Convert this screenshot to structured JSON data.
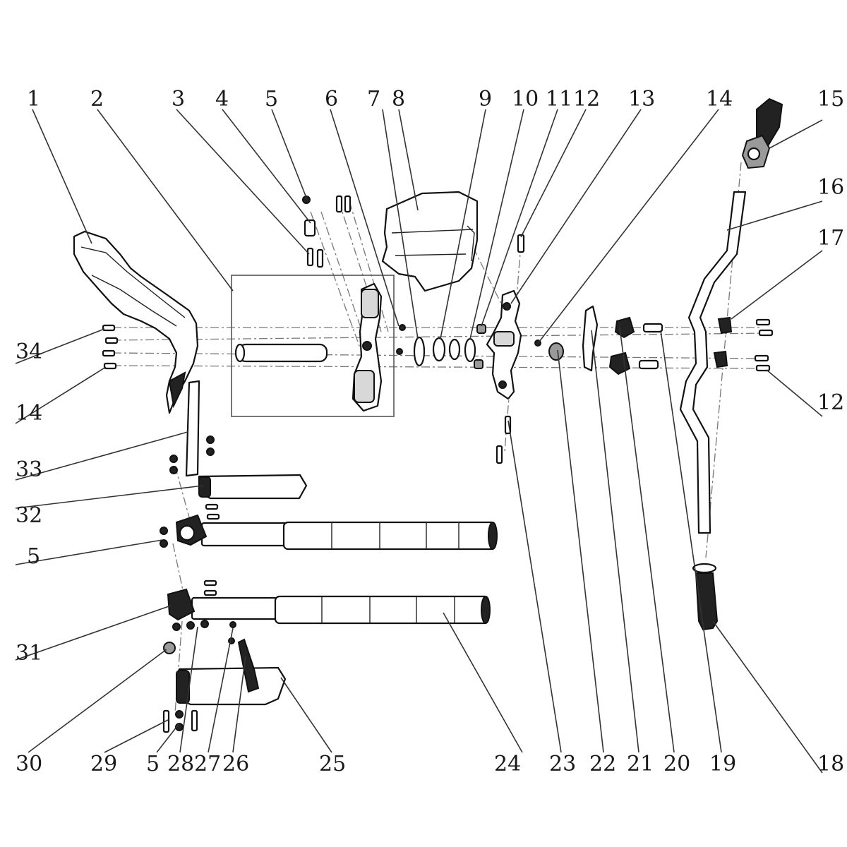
{
  "labels": {
    "top": [
      "1",
      "2",
      "3",
      "4",
      "5",
      "6",
      "7",
      "8",
      "9",
      "10",
      "11",
      "12",
      "13",
      "14",
      "15"
    ],
    "right": [
      "16",
      "17",
      "12",
      "18"
    ],
    "left": [
      "34",
      "14",
      "33",
      "32",
      "5",
      "31",
      "30"
    ],
    "bottom": [
      "29",
      "5",
      "28",
      "27",
      "26",
      "25",
      "24",
      "23",
      "22",
      "21",
      "20",
      "19"
    ]
  }
}
